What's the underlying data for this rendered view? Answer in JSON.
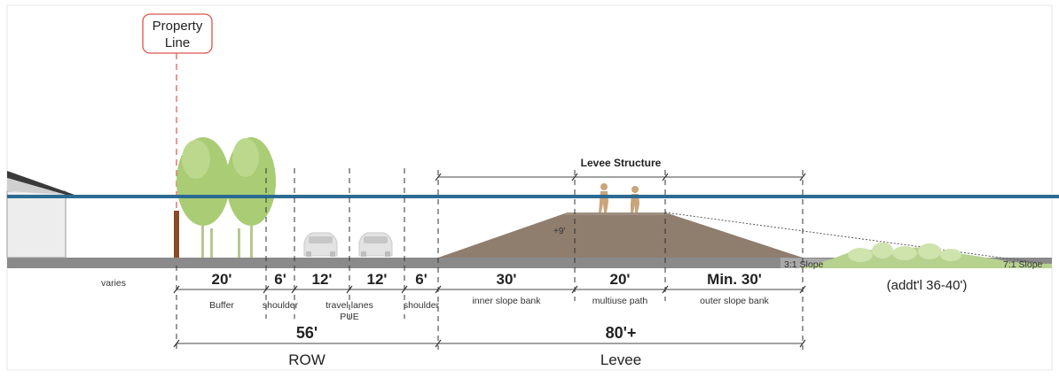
{
  "labels": {
    "property_line": [
      "Property",
      "Line"
    ],
    "levee_structure": "Levee Structure",
    "varies": "varies",
    "plus_nine": "+9'",
    "slope_inner": "3:1 Slope",
    "slope_outer": "7:1 Slope",
    "addtl": "(addt'l 36-40')"
  },
  "segments": [
    {
      "width": "20'",
      "label": [
        "Buffer"
      ]
    },
    {
      "width": "6'",
      "label": [
        "shoulder"
      ]
    },
    {
      "width": "12'",
      "label": [
        "travel lanes",
        "PUE"
      ]
    },
    {
      "width": "12'",
      "label": []
    },
    {
      "width": "6'",
      "label": [
        "shoulder"
      ]
    },
    {
      "width": "30'",
      "label": [
        "inner slope bank"
      ]
    },
    {
      "width": "20'",
      "label": [
        "multiuse path"
      ]
    },
    {
      "width": "Min. 30'",
      "label": [
        "outer slope bank"
      ]
    }
  ],
  "totals": [
    {
      "width": "56'",
      "label": "ROW"
    },
    {
      "width": "80'+",
      "label": "Levee"
    }
  ],
  "colors": {
    "ground": "#8a8a8a",
    "levee": "#8f7d6e",
    "water_line": "#2b6a93",
    "tree": "#a9cc75",
    "grass": "#b7d18f",
    "property_line": "#d9534f"
  }
}
